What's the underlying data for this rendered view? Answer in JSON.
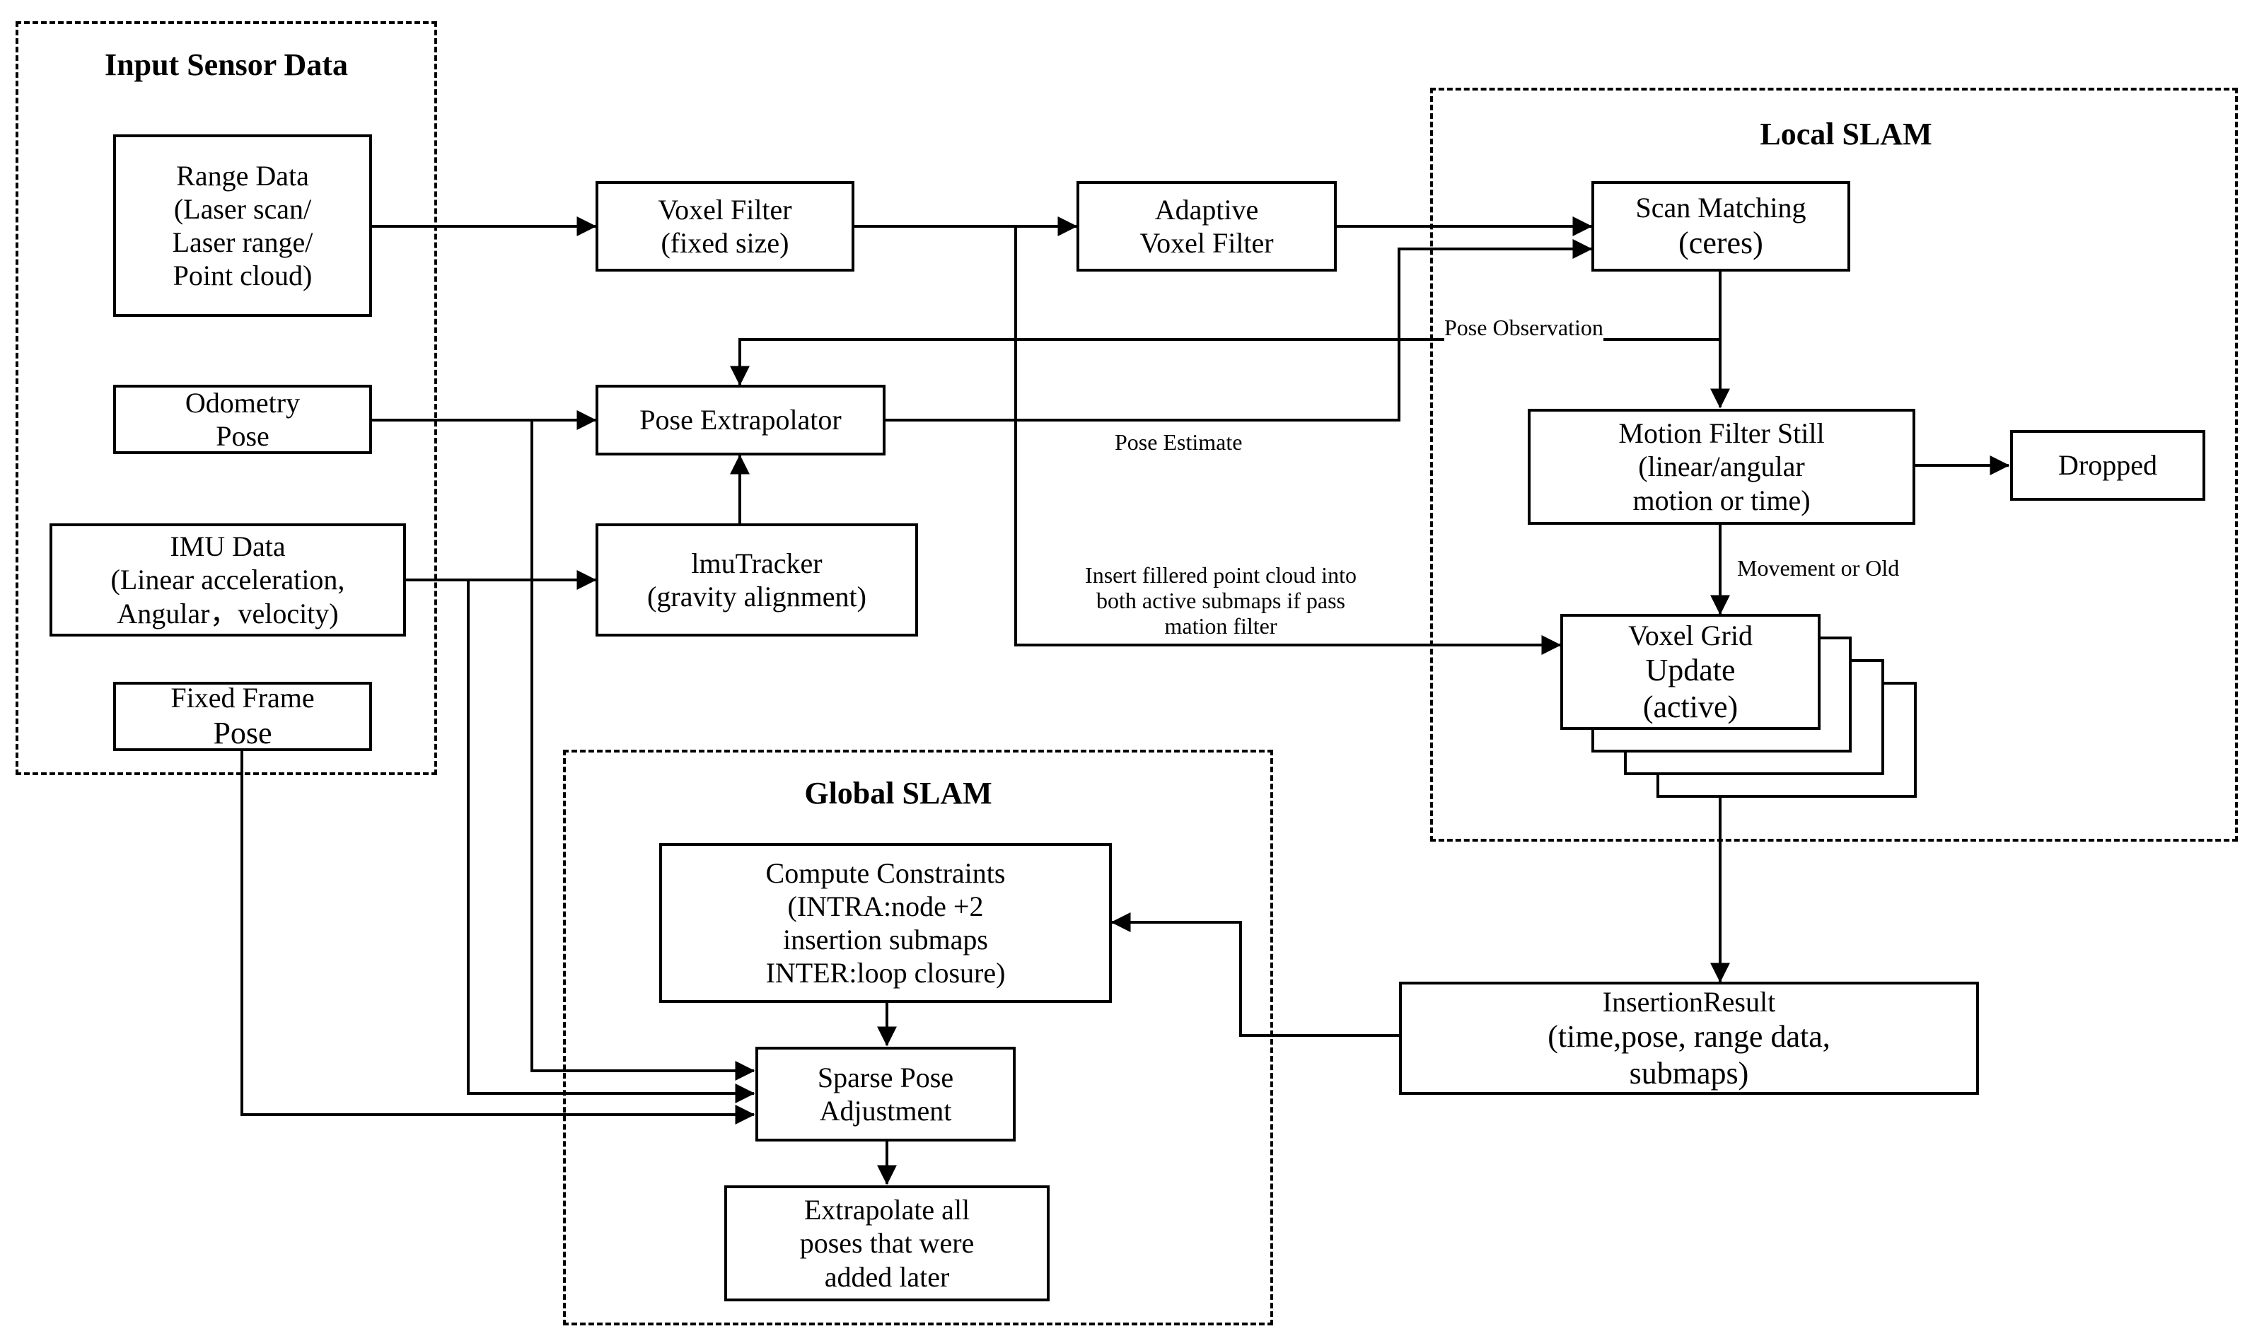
{
  "groups": {
    "input": {
      "title": "Input Sensor Data"
    },
    "local": {
      "title": "Local SLAM"
    },
    "global": {
      "title": "Global SLAM"
    }
  },
  "nodes": {
    "range_data": {
      "lines": [
        "Range Data",
        "(Laser scan/",
        "Laser range/",
        "Point cloud)"
      ]
    },
    "odometry": {
      "lines": [
        "Odometry",
        "Pose"
      ]
    },
    "imu": {
      "lines": [
        "IMU Data",
        "(Linear acceleration,",
        "Angular，velocity)"
      ]
    },
    "fixed_frame": {
      "lines": [
        "Fixed Frame",
        "Pose"
      ]
    },
    "voxel_filter": {
      "lines": [
        "Voxel Filter",
        "(fixed size)"
      ]
    },
    "pose_extrapolator": {
      "lines": [
        "Pose Extrapolator"
      ]
    },
    "imu_tracker": {
      "lines": [
        "lmuTracker",
        "(gravity alignment)"
      ]
    },
    "adaptive_voxel": {
      "lines": [
        "Adaptive",
        "Voxel Filter"
      ]
    },
    "scan_matching": {
      "lines": [
        "Scan Matching",
        "(ceres)"
      ]
    },
    "motion_filter": {
      "lines": [
        "Motion Filter Still",
        "(linear/angular",
        "motion or time)"
      ]
    },
    "dropped": {
      "lines": [
        "Dropped"
      ]
    },
    "voxel_grid": {
      "lines": [
        "Voxel Grid",
        "Update",
        "(active)"
      ]
    },
    "insertion_result": {
      "lines": [
        "InsertionResult",
        "(time,pose, range data,",
        "submaps)"
      ]
    },
    "compute_constraints": {
      "lines": [
        "Compute Constraints",
        "(INTRA:node +2",
        "insertion submaps",
        "INTER:loop closure)"
      ]
    },
    "sparse_pose": {
      "lines": [
        "Sparse Pose",
        "Adjustment"
      ]
    },
    "extrapolate_all": {
      "lines": [
        "Extrapolate all",
        "poses that were",
        "added later"
      ]
    }
  },
  "edge_labels": {
    "pose_observation": "Pose Observation",
    "pose_estimate": "Pose Estimate",
    "insert_filtered": [
      "Insert fillered point cloud into",
      "both active submaps if pass",
      "mation filter"
    ],
    "movement_or_old": "Movement or Old"
  }
}
